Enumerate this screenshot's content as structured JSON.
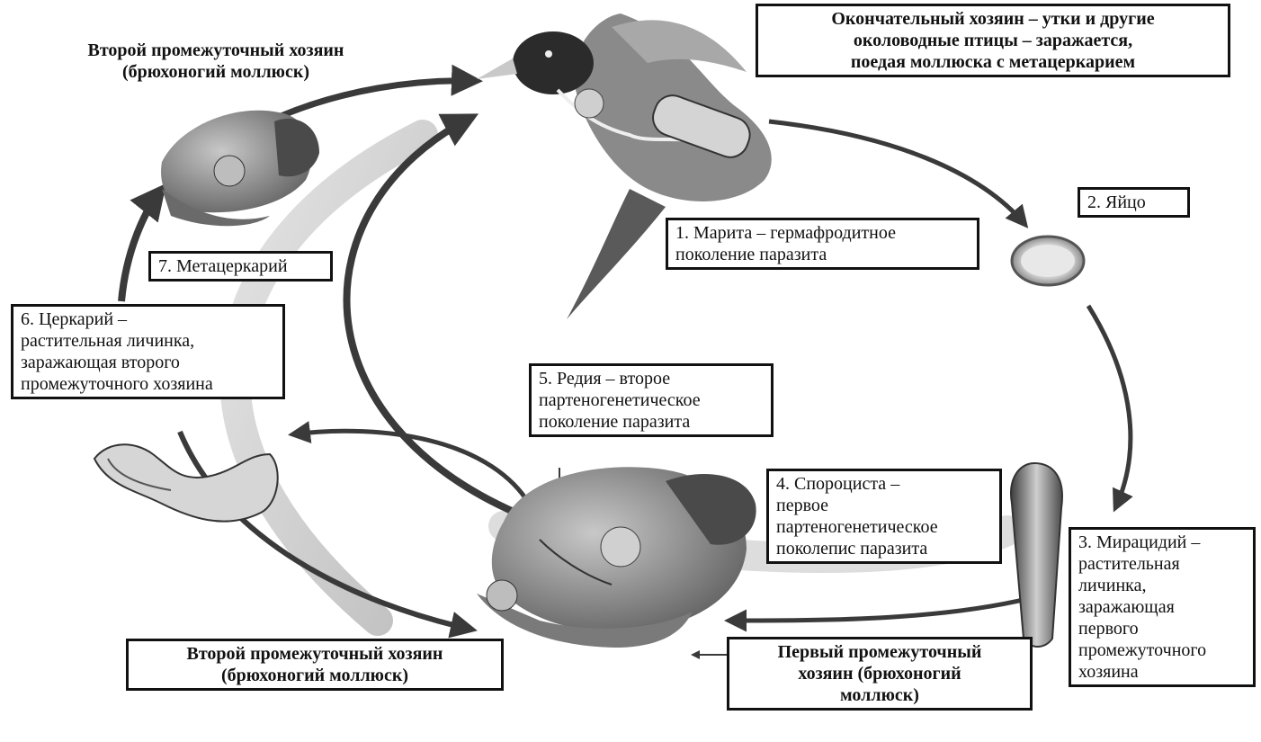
{
  "diagram": {
    "definitive_host": [
      "Окончательный хозяин – утки и другие",
      "околоводные птицы – заражается,",
      "поедая моллюска с метацеркарием"
    ],
    "second_host_top": [
      "Второй промежуточный хозяин",
      "(брюхоногий моллюск)"
    ],
    "second_host_bottom": [
      "Второй промежуточный хозяин",
      "(брюхоногий моллюск)"
    ],
    "first_host": [
      "Первый промежуточный",
      "хозяин (брюхоногий",
      "моллюск)"
    ],
    "stage_1": [
      "1. Марита – гермафродитное",
      "поколение паразита"
    ],
    "stage_2": [
      "2. Яйцо"
    ],
    "stage_3": [
      "3. Мирацидий –",
      "растительная",
      "личинка,",
      "заражающая",
      "первого",
      "промежуточного",
      "хозяина"
    ],
    "stage_4": [
      "4. Спороциста –",
      "первое",
      "партеногенетическое",
      "поколепис паразита"
    ],
    "stage_5": [
      "5. Редия – второе",
      "партеногенетическое",
      "поколение паразита"
    ],
    "stage_6": [
      "6. Церкарий –",
      "растительная личинка,",
      "заражающая второго",
      "промежуточного хозяина"
    ],
    "stage_7": [
      "7. Метацеркарий"
    ]
  },
  "colors": {
    "arrow": "#3a3a3a",
    "arrow_light": "#b5b5b5",
    "snail": "#8a8a8a",
    "duck_body": "#7d7d7d",
    "duck_head": "#2b2b2b"
  },
  "icons": [
    "duck-illustration",
    "egg-icon",
    "miracidium-icon",
    "snail-illustration",
    "cercaria-icon"
  ]
}
